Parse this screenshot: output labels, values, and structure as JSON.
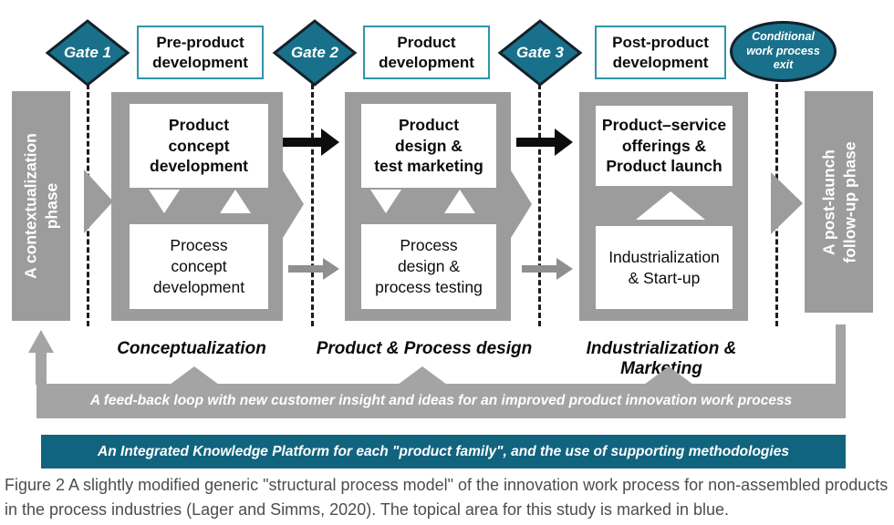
{
  "colors": {
    "teal": "#19708a",
    "teal_platform_bar": "#11647e",
    "phase_box_border": "#2f94a9",
    "block_gray": "#9c9c9c",
    "feedback_gray": "#a4a4a4",
    "arrow_black": "#0d0d0d",
    "arrow_gray": "#8f8f8f",
    "caption_gray": "#4d4d4d"
  },
  "gates": [
    "Gate 1",
    "Gate 2",
    "Gate 3"
  ],
  "phase_boxes": [
    "Pre-product\ndevelopment",
    "Product\ndevelopment",
    "Post-product\ndevelopment"
  ],
  "exit_ellipse": "Conditional\nwork process\nexit",
  "side_bars": {
    "left": "A contextualization\nphase",
    "right": "A post-launch\nfollow-up phase"
  },
  "blocks": [
    {
      "top": "Product\nconcept\ndevelopment",
      "bottom": "Process\nconcept\ndevelopment"
    },
    {
      "top": "Product\ndesign &\ntest marketing",
      "bottom": "Process\ndesign &\nprocess testing"
    },
    {
      "top": "Product–service\nofferings &\nProduct launch",
      "bottom": "Industrialization\n& Start-up"
    }
  ],
  "stage_labels": [
    "Conceptualization",
    "Product & Process design",
    "Industrialization & Marketing"
  ],
  "feedback_text": "A feed-back loop with new customer insight and ideas for an improved product innovation work process",
  "platform_text": "An Integrated Knowledge Platform for each \"product family\", and the use of supporting methodologies",
  "caption": "Figure 2 A slightly modified generic \"structural process model\" of the innovation work process for non-assembled products\nin the process industries (Lager and Simms, 2020). The topical area for this study is marked in blue."
}
